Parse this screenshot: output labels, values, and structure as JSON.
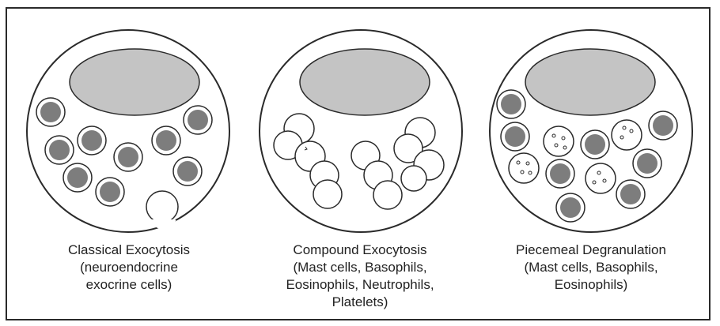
{
  "panels": [
    {
      "title": "Classical Exocytosis",
      "subtitle": [
        "(neuroendocrine",
        "exocrine cells)"
      ]
    },
    {
      "title": "Compound Exocytosis",
      "subtitle": [
        "(Mast cells, Basophils,",
        "Eosinophils, Neutrophils,",
        "Platelets)"
      ]
    },
    {
      "title": "Piecemeal Degranulation",
      "subtitle": [
        "(Mast cells, Basophils,",
        "Eosinophils)"
      ]
    }
  ],
  "colors": {
    "line": "#2a2a2a",
    "nucleus": "#c4c4c4",
    "granule_core": "#7d7d7d",
    "background": "#ffffff"
  }
}
